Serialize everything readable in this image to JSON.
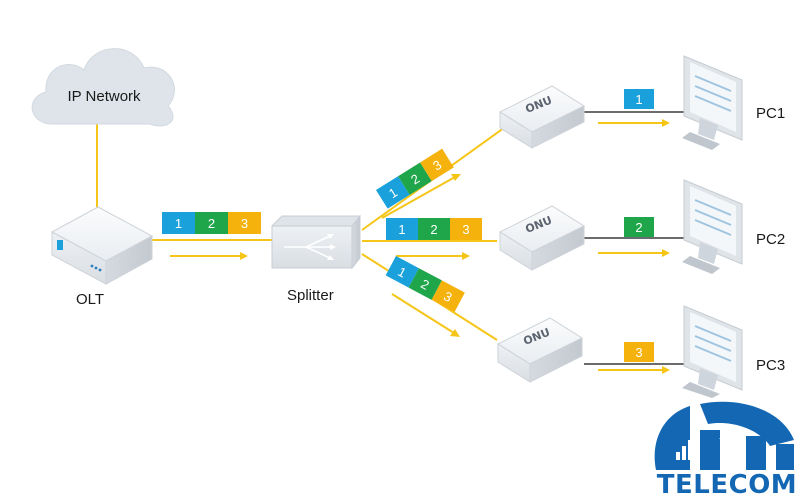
{
  "cloud": {
    "label": "IP Network"
  },
  "olt": {
    "label": "OLT"
  },
  "splitter": {
    "label": "Splitter"
  },
  "onu": {
    "label": "ONU"
  },
  "pcs": [
    {
      "label": "PC1"
    },
    {
      "label": "PC2"
    },
    {
      "label": "PC3"
    }
  ],
  "packets": [
    "1",
    "2",
    "3"
  ],
  "brand": {
    "text": "TELECOM"
  },
  "colors": {
    "blue": "#1aa1dc",
    "green": "#1fa64a",
    "orange": "#f5b20c",
    "fiber": "#f5c518",
    "brandBlue": "#1468b3"
  }
}
